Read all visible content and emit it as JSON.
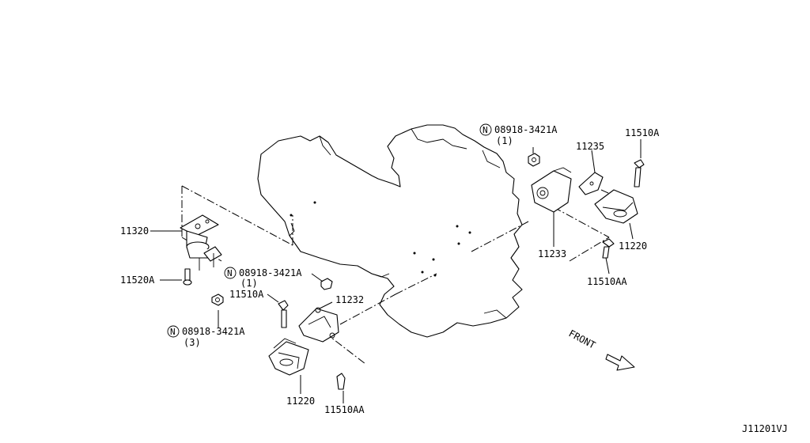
{
  "labels": {
    "p11320": "11320",
    "p11520a": "11520A",
    "n_left_bottom": "08918-3421A",
    "n_left_bottom_qty": "(3)",
    "n_center": "08918-3421A",
    "n_center_qty": "(1)",
    "p11510a_left": "11510A",
    "p11232": "11232",
    "p11220_left": "11220",
    "p11510aa_left": "11510AA",
    "n_top": "08918-3421A",
    "n_top_qty": "(1)",
    "p11235": "11235",
    "p11510a_right": "11510A",
    "p11233": "11233",
    "p11220_right": "11220",
    "p11510aa_right": "11510AA",
    "front": "FRONT",
    "n_symbol": "N",
    "diagram_id": "J11201VJ"
  },
  "icon_names": {
    "nut_symbol": "circled-n-icon",
    "front_arrow": "front-arrow-icon"
  }
}
